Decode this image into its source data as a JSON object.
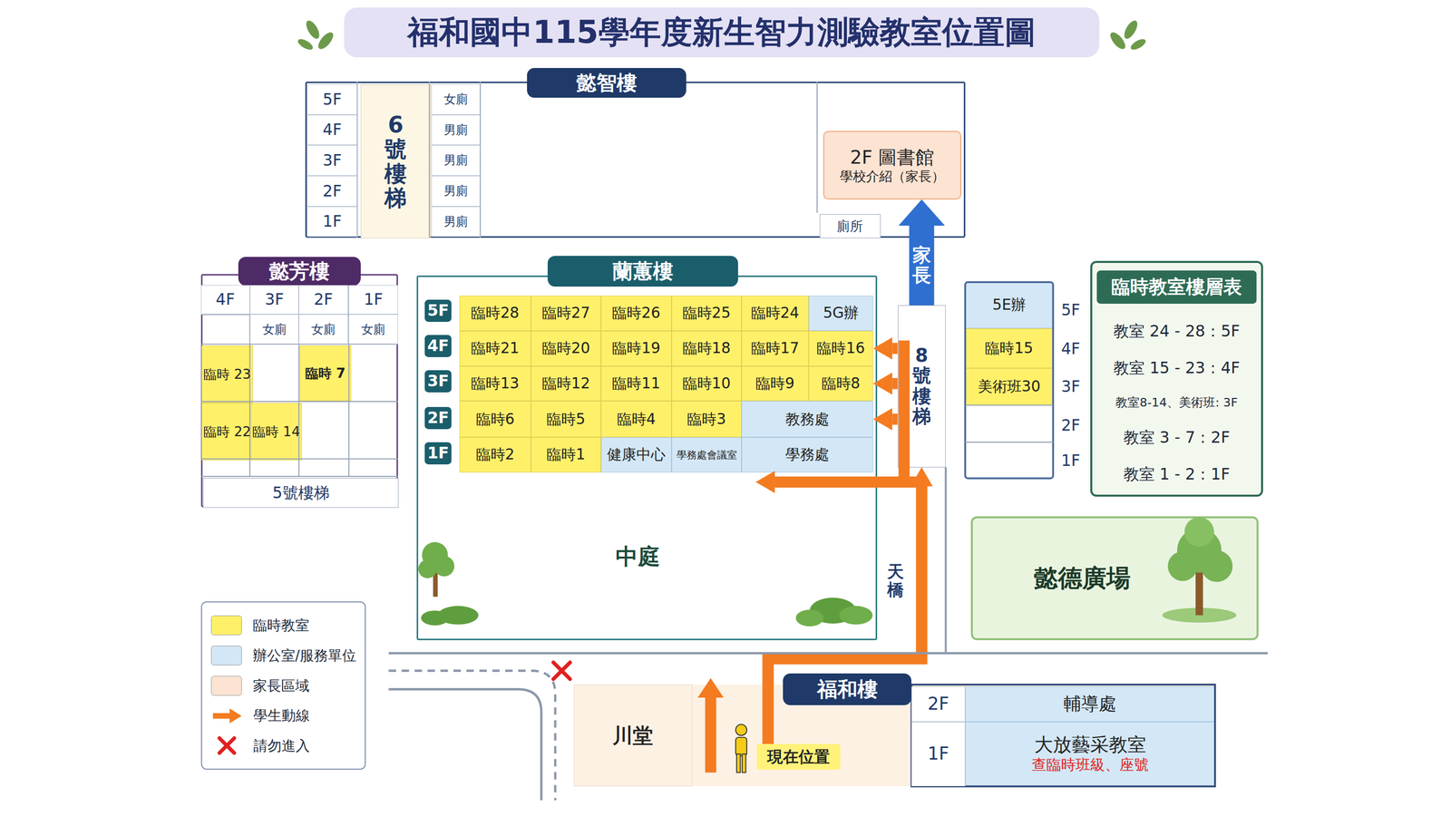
{
  "diagram": {
    "title": "福和國中115學年度新生智力測驗教室位置圖",
    "nodes": [
      {
        "text": [
          "懿智樓"
        ]
      },
      {
        "text": [
          "6號樓梯"
        ],
        "in": 0
      },
      {
        "text": [
          "2F 圖書館",
          "學校介紹（家長）"
        ],
        "in": 0
      },
      {
        "text": [
          "廁所"
        ],
        "in": 0
      },
      {
        "text": [
          "懿芳樓"
        ]
      },
      {
        "text": [
          "臨時 23"
        ],
        "in": 4
      },
      {
        "text": [
          "臨時 7"
        ],
        "in": 4
      },
      {
        "text": [
          "臨時 22"
        ],
        "in": 4
      },
      {
        "text": [
          "臨時 14"
        ],
        "in": 4
      },
      {
        "text": [
          "5號樓梯"
        ],
        "in": 4
      },
      {
        "text": [
          "蘭蕙樓"
        ]
      },
      {
        "text": [
          "臨時28"
        ],
        "in": 10
      },
      {
        "text": [
          "臨時27"
        ],
        "in": 10
      },
      {
        "text": [
          "臨時26"
        ],
        "in": 10
      },
      {
        "text": [
          "臨時25"
        ],
        "in": 10
      },
      {
        "text": [
          "臨時24"
        ],
        "in": 10
      },
      {
        "text": [
          "5G辦"
        ],
        "in": 10
      },
      {
        "text": [
          "臨時21"
        ],
        "in": 10
      },
      {
        "text": [
          "臨時20"
        ],
        "in": 10
      },
      {
        "text": [
          "臨時19"
        ],
        "in": 10
      },
      {
        "text": [
          "臨時18"
        ],
        "in": 10
      },
      {
        "text": [
          "臨時17"
        ],
        "in": 10
      },
      {
        "text": [
          "臨時16"
        ],
        "in": 10
      },
      {
        "text": [
          "臨時13"
        ],
        "in": 10
      },
      {
        "text": [
          "臨時12"
        ],
        "in": 10
      },
      {
        "text": [
          "臨時11"
        ],
        "in": 10
      },
      {
        "text": [
          "臨時10"
        ],
        "in": 10
      },
      {
        "text": [
          "臨時9"
        ],
        "in": 10
      },
      {
        "text": [
          "臨時8"
        ],
        "in": 10
      },
      {
        "text": [
          "臨時6"
        ],
        "in": 10
      },
      {
        "text": [
          "臨時5"
        ],
        "in": 10
      },
      {
        "text": [
          "臨時4"
        ],
        "in": 10
      },
      {
        "text": [
          "臨時3"
        ],
        "in": 10
      },
      {
        "text": [
          "教務處"
        ],
        "in": 10
      },
      {
        "text": [
          "臨時2"
        ],
        "in": 10
      },
      {
        "text": [
          "臨時1"
        ],
        "in": 10
      },
      {
        "text": [
          "健康中心"
        ],
        "in": 10
      },
      {
        "text": [
          "學務處會議室"
        ],
        "in": 10
      },
      {
        "text": [
          "學務處"
        ],
        "in": 10
      },
      {
        "text": [
          "中庭"
        ],
        "in": 10
      },
      {
        "text": [
          "8號樓梯"
        ]
      },
      {
        "text": [
          "5E辦"
        ]
      },
      {
        "text": [
          "臨時15"
        ]
      },
      {
        "text": [
          "美術班30"
        ]
      },
      {
        "text": [
          "臨時教室樓層表",
          "教室 24 - 28：5F",
          "教室 15 - 23：4F",
          "教室8-14、美術班: 3F",
          "教室 3 - 7：2F",
          "教室 1 - 2：1F"
        ]
      },
      {
        "text": [
          "懿德廣場"
        ]
      },
      {
        "text": [
          "福和樓"
        ]
      },
      {
        "text": [
          "輔導處"
        ],
        "in": 46
      },
      {
        "text": [
          "大放藝采教室",
          "查臨時班級、座號"
        ],
        "in": 46
      },
      {
        "text": [
          "川堂"
        ]
      },
      {
        "text": [
          "現在位置"
        ]
      }
    ],
    "edges": [
      {
        "from": 50,
        "to": 40,
        "arrow": "to"
      },
      {
        "from": 50,
        "to": 39,
        "arrow": "to"
      },
      {
        "from": 40,
        "to": 22,
        "arrow": "to"
      },
      {
        "from": 40,
        "to": 28,
        "arrow": "to"
      },
      {
        "from": 40,
        "to": 33,
        "arrow": "to"
      },
      {
        "from": 40,
        "to": 2,
        "arrow": "to",
        "label": "家長"
      }
    ],
    "labels": [
      "5F",
      "4F",
      "3F",
      "2F",
      "1F",
      "女廁",
      "男廁",
      "男廁",
      "男廁",
      "男廁",
      "4F",
      "3F",
      "2F",
      "1F",
      "女廁",
      "女廁",
      "女廁",
      "5F",
      "4F",
      "3F",
      "2F",
      "1F",
      "5F",
      "4F",
      "3F",
      "2F",
      "1F",
      "2F",
      "1F",
      "天橋"
    ],
    "legend": [
      {
        "text": "臨時教室",
        "color": "#fff06a"
      },
      {
        "text": "辦公室/服務單位",
        "color": "#d3e7f6"
      },
      {
        "text": "家長區域",
        "color": "#fde3d2"
      },
      {
        "text": "學生動線"
      },
      {
        "text": "請勿進入"
      }
    ]
  }
}
